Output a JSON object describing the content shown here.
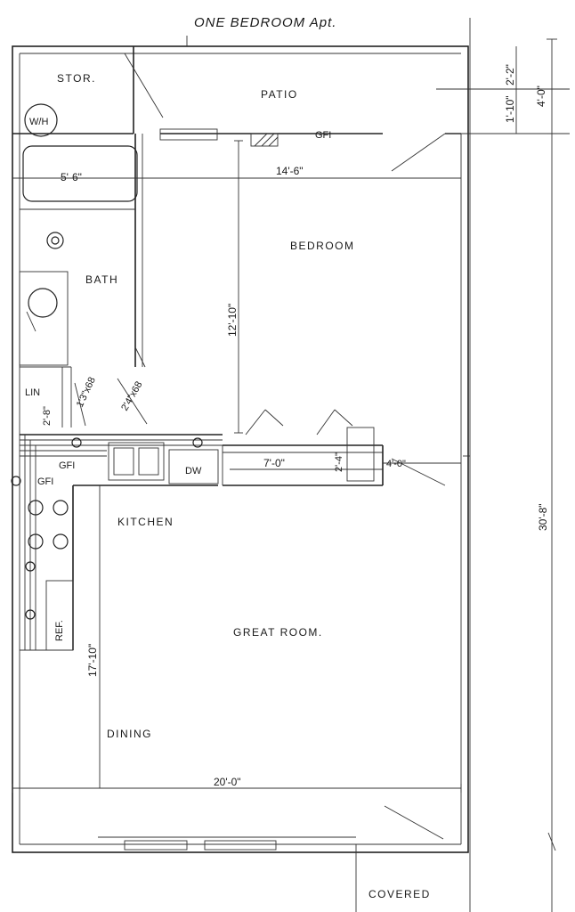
{
  "title": "ONE BEDROOM Apt.",
  "rooms": {
    "storage": "STOR.",
    "water_heater": "W/H",
    "patio": "PATIO",
    "bedroom": "BEDROOM",
    "bath": "BATH",
    "linen": "LIN",
    "kitchen": "KITCHEN",
    "dishwasher": "DW",
    "refrigerator": "REF.",
    "great_room": "GREAT ROOM.",
    "dining": "DINING",
    "covered": "COVERED",
    "gfi_top": "GFI",
    "gfi_kitchen": "GFI",
    "gfi_side": "GFI"
  },
  "dimensions": {
    "tub_width": "5'-6\"",
    "bedroom_width": "14'-6\"",
    "bedroom_depth": "12'-10\"",
    "patio_a": "1'-10\"",
    "patio_b": "2'-2\"",
    "patio_total": "4'-0\"",
    "linen_depth": "2'-8\"",
    "door_a": "1'3\"x68",
    "door_b": "2'4\"x68",
    "bar_length": "7'-0\"",
    "bar_depth": "2'-4\"",
    "entry_width": "4'-0\"",
    "kitchen_depth": "17'-10\"",
    "great_room_width": "20'-0\"",
    "overall_depth": "30'-8\""
  }
}
